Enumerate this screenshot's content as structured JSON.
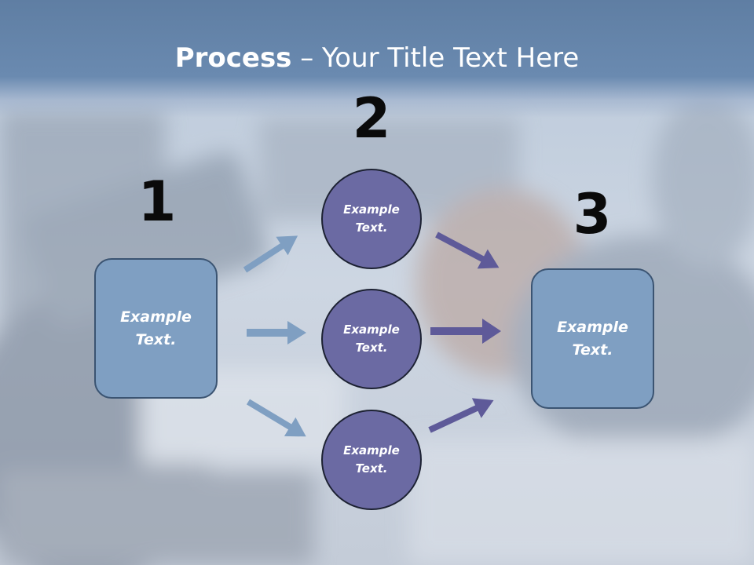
{
  "title": {
    "bold": "Process",
    "rest": " – Your Title Text Here"
  },
  "steps": {
    "step1": {
      "number": "1",
      "text": "Example Text."
    },
    "step2": {
      "number": "2",
      "circles": [
        "Example Text.",
        "Example Text.",
        "Example Text."
      ]
    },
    "step3": {
      "number": "3",
      "text": "Example Text."
    }
  },
  "colors": {
    "title_bar": "#6a8ab0",
    "box_fill": "#7f9fc2",
    "circle_fill": "#6b6aa3",
    "arrow_light": "#7f9fc2",
    "arrow_dark": "#5e5a99"
  }
}
